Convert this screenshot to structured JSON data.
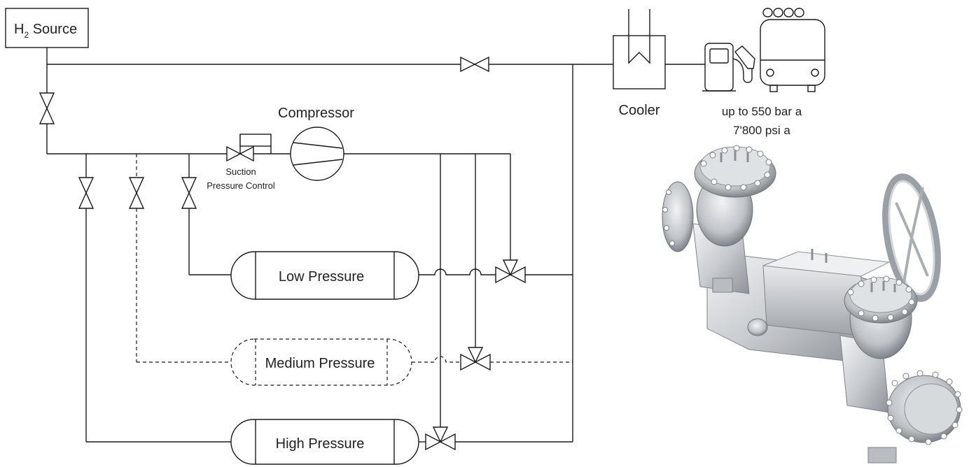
{
  "source": {
    "label": "H",
    "subscript": "2",
    "label_rest": " Source"
  },
  "compressor": {
    "label": "Compressor"
  },
  "suction_control": {
    "line1": "Suction",
    "line2": "Pressure Control"
  },
  "cooler": {
    "label": "Cooler"
  },
  "dispenser": {
    "pressure_bar": "up to 550 bar a",
    "pressure_psi": "7'800 psi a"
  },
  "tanks": {
    "low": "Low Pressure",
    "medium": "Medium Pressure",
    "high": "High Pressure"
  },
  "colors": {
    "line": "#1a1a1a",
    "text": "#222222",
    "metal_light": "#e4e6e8",
    "metal_dark": "#8a8f95"
  },
  "icons": [
    "valve-icon",
    "control-valve-icon",
    "compressor-icon",
    "cooler-icon",
    "fuel-pump-icon",
    "truck-icon"
  ]
}
